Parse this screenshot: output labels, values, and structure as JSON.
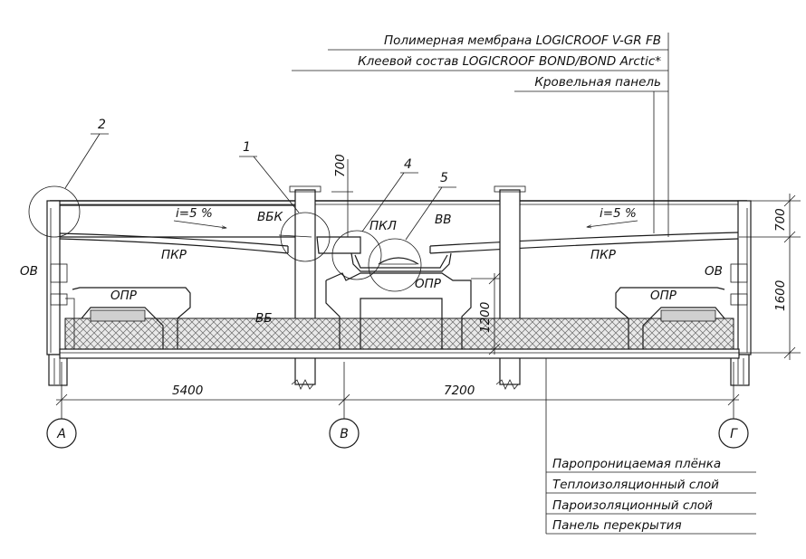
{
  "top_layers": [
    "Полимерная мембрана LOGICROOF V-GR FB",
    "Клеевой состав LOGICROOF BOND/BOND Arctic*",
    "Кровельная панель"
  ],
  "bottom_layers": [
    "Паропроницаемая плёнка",
    "Теплоизоляционный слой",
    "Пароизоляционный слой",
    "Панель перекрытия"
  ],
  "callouts": [
    "1",
    "2",
    "4",
    "5"
  ],
  "labels": {
    "slope_left": "i=5 %",
    "slope_right": "i=5 %",
    "vbk": "ВБК",
    "pkl": "ПКЛ",
    "vv": "ВВ",
    "pkr_left": "ПКР",
    "pkr_right": "ПКР",
    "ov_left": "ОВ",
    "ov_right": "ОВ",
    "opr_left": "ОПР",
    "opr_center": "ОПР",
    "opr_right": "ОПР",
    "vb": "ВБ"
  },
  "dimensions": {
    "d700_top": "700",
    "d700_right": "700",
    "d1600": "1600",
    "d1200": "1200",
    "d5400": "5400",
    "d7200": "7200"
  },
  "axes": [
    "А",
    "В",
    "Г"
  ]
}
